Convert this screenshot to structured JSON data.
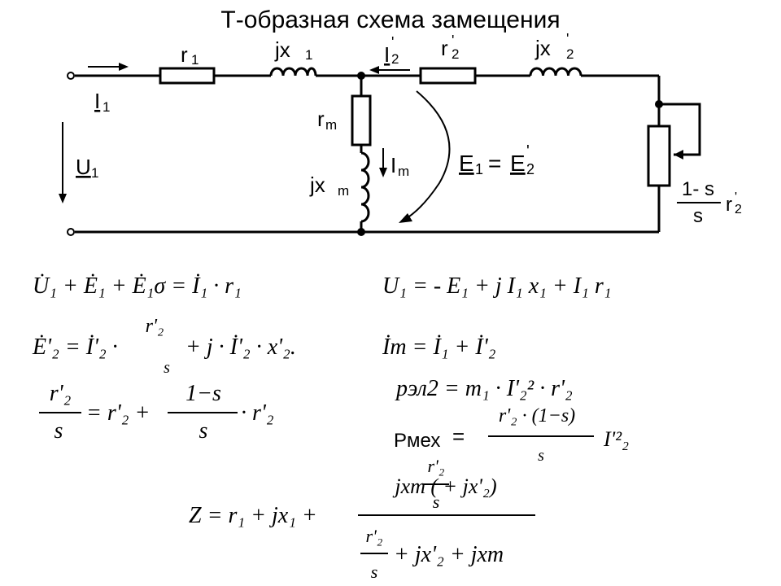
{
  "title": "Т-образная схема замещения",
  "circuit": {
    "r1": "r",
    "r1_sub": "1",
    "jx1": "jx",
    "jx1_sub": "1",
    "i2": "I",
    "i2_sub": "2",
    "i2_prime": "'",
    "r2": "r",
    "r2_sub": "2",
    "r2_prime": "'",
    "jx2": "jx",
    "jx2_sub": "2",
    "jx2_prime": "'",
    "i1": "I",
    "i1_sub": "1",
    "u1": "U",
    "u1_sub": "1",
    "rm": "r",
    "rm_sub": "m",
    "im": "I",
    "im_sub": "m",
    "jxm": "jx",
    "jxm_sub": "m",
    "e1": "E",
    "e1_sub": "1",
    "eq": "=",
    "e2": "E",
    "e2_sub": "2",
    "e2_prime": "'",
    "load_num": "1- s",
    "load_den": "s",
    "load_r": "r",
    "load_r_sub": "2",
    "load_r_prime": "'"
  },
  "formulas": {
    "f1": "U̇₁ + Ė₁ + Ė₁σ = İ₁ · r₁",
    "f2": "U₁  =  - E₁ + j I₁ x₁  + I₁ r₁",
    "f3": "Ė'₂ = İ'₂ ·",
    "f3_frac_num": "r'₂",
    "f3_frac_den": "s",
    "f3_rest": "+ j · İ'₂ · x'₂.",
    "f4": "İm = İ₁ + İ'₂",
    "f5_lhs_num": "r'₂",
    "f5_lhs_den": "s",
    "f5_mid": "= r'₂ +",
    "f5_frac_num": "1−s",
    "f5_frac_den": "s",
    "f5_rest": "· r'₂",
    "f6": "pэл2 = m₁ · I'₂² · r'₂",
    "pmex_label": "Pмех",
    "pmex_eq": "=",
    "pmex_num": "r'₂ · (1−s)",
    "pmex_den": "s",
    "pmex_rest": "I'²₂",
    "z_lhs": "Z = r₁ + jx₁ +",
    "z_num": "jxm (      + jx'₂)",
    "z_num_frac_num": "r'₂",
    "z_num_frac_den": "s",
    "z_den_frac_num": "r'₂",
    "z_den_frac_den": "s",
    "z_den_rest": "+ jx'₂ + jxm"
  }
}
